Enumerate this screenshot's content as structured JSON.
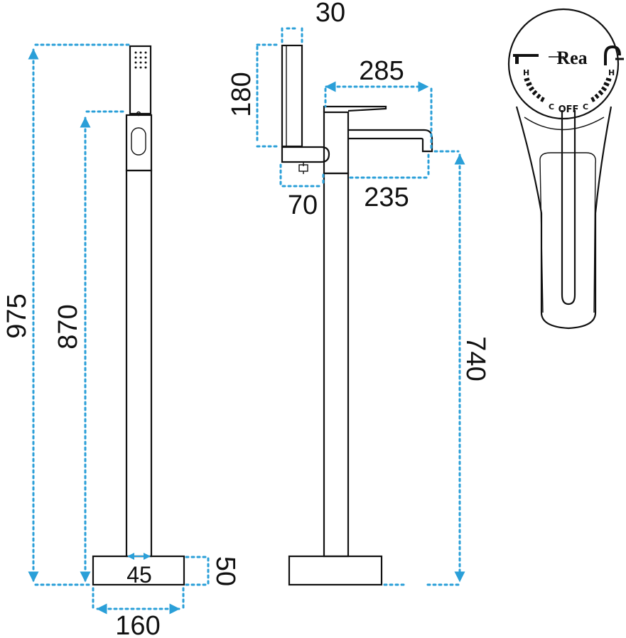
{
  "dimensions": {
    "overall_height": "975",
    "outlet_height": "870",
    "base_height": "50",
    "base_width": "160",
    "column_width": "45",
    "handset_depth": "30",
    "handset_length": "180",
    "spout_reach": "285",
    "cradle_width": "70",
    "spout_projection": "235",
    "spout_height": "740"
  },
  "handle": {
    "brand": "Rea",
    "off_label": "OFF",
    "hot_label": "H",
    "cold_label": "C"
  },
  "colors": {
    "outline": "#111111",
    "dimension": "#2a9fd8"
  }
}
